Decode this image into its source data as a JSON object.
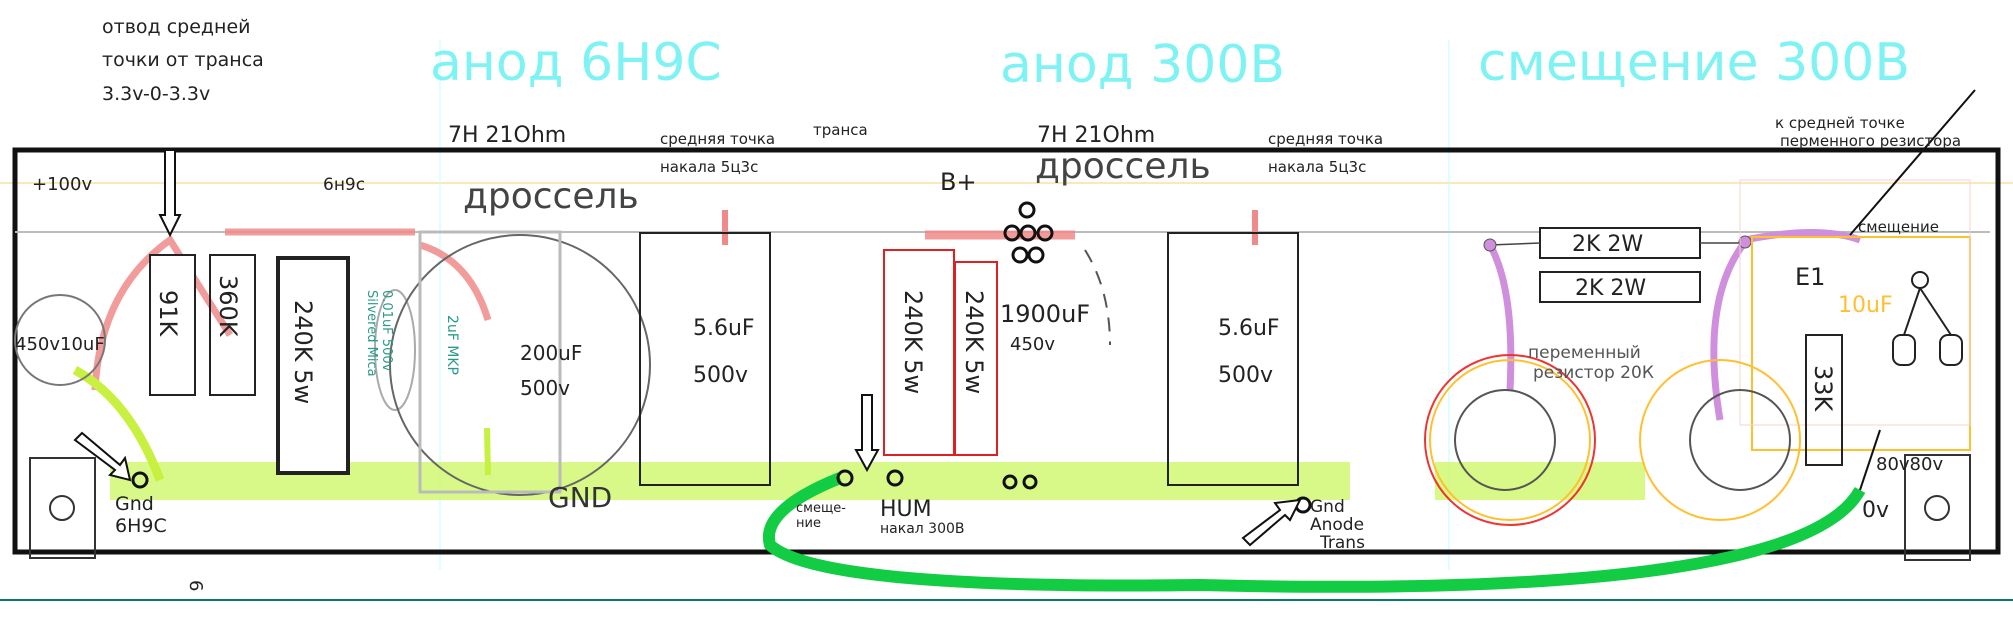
{
  "sections": {
    "anode_6n9s": "анод 6Н9С",
    "anode_300b": "анод 300В",
    "bias_300b": "смещение 300В"
  },
  "notes": {
    "ct_line1": "отвод средней",
    "ct_line2": "точки от транса",
    "ct_line3": "3.3v-0-3.3v",
    "plus100v": "+100v",
    "tube_6n9s": "6н9с",
    "choke1_spec": "7H 21Ohm",
    "choke1_label": "дроссель",
    "choke2_spec": "7H 21Ohm",
    "choke2_label": "дроссель",
    "fil_ct1_line1": "средняя точка",
    "fil_ct1_line2": "накала 5ц3с",
    "transa": "транса",
    "fil_ct2_line1": "средняя точка",
    "fil_ct2_line2": "накала 5ц3с",
    "bplus": "B+",
    "to_pot_line1": "к средней точке",
    "to_pot_line2": "перменного резистора",
    "bias_label": "смещение",
    "pot_line1": "переменный",
    "pot_line2": "резистор 20К",
    "gnd": "GND",
    "gnd_6h9c_1": "Gnd",
    "gnd_6h9c_2": "6H9C",
    "bias_1": "смеще-",
    "bias_2": "ние",
    "hum": "HUM",
    "heater_300b": "накал 300В",
    "gnd_anode_1": "Gnd",
    "gnd_anode_2": "Anode",
    "gnd_anode_3": "Trans",
    "v80": "80v80v",
    "v0": "0v",
    "pin6": "6"
  },
  "components": {
    "c_10uf": "450v10uF",
    "r_91k": "91K",
    "r_360k": "360K",
    "r_240k_a": "240K 5w",
    "c_mica": "0.01uF 500v",
    "c_mica2": "Silvered Mica",
    "c_mkp": "2uF MKP",
    "c_200uf_1": "200uF",
    "c_200uf_2": "500v",
    "c_5u6_a1": "5.6uF",
    "c_5u6_a2": "500v",
    "r_240k_b": "240K 5w",
    "r_240k_c": "240K 5w",
    "c_1900_1": "1900uF",
    "c_1900_2": "450v",
    "c_5u6_b1": "5.6uF",
    "c_5u6_b2": "500v",
    "r_2k_a": "2K  2W",
    "r_2k_b": "2K  2W",
    "e1": "E1",
    "c_10uf_b": "10uF",
    "r_33k": "33K"
  },
  "colors": {
    "title": "#7ff3f3",
    "gnd_bus": "#d4f77a",
    "green_wire": "#12cc44",
    "red_wire": "#f08a8a",
    "purple_wire": "#cf8fdc",
    "orange": "#ffc030"
  }
}
